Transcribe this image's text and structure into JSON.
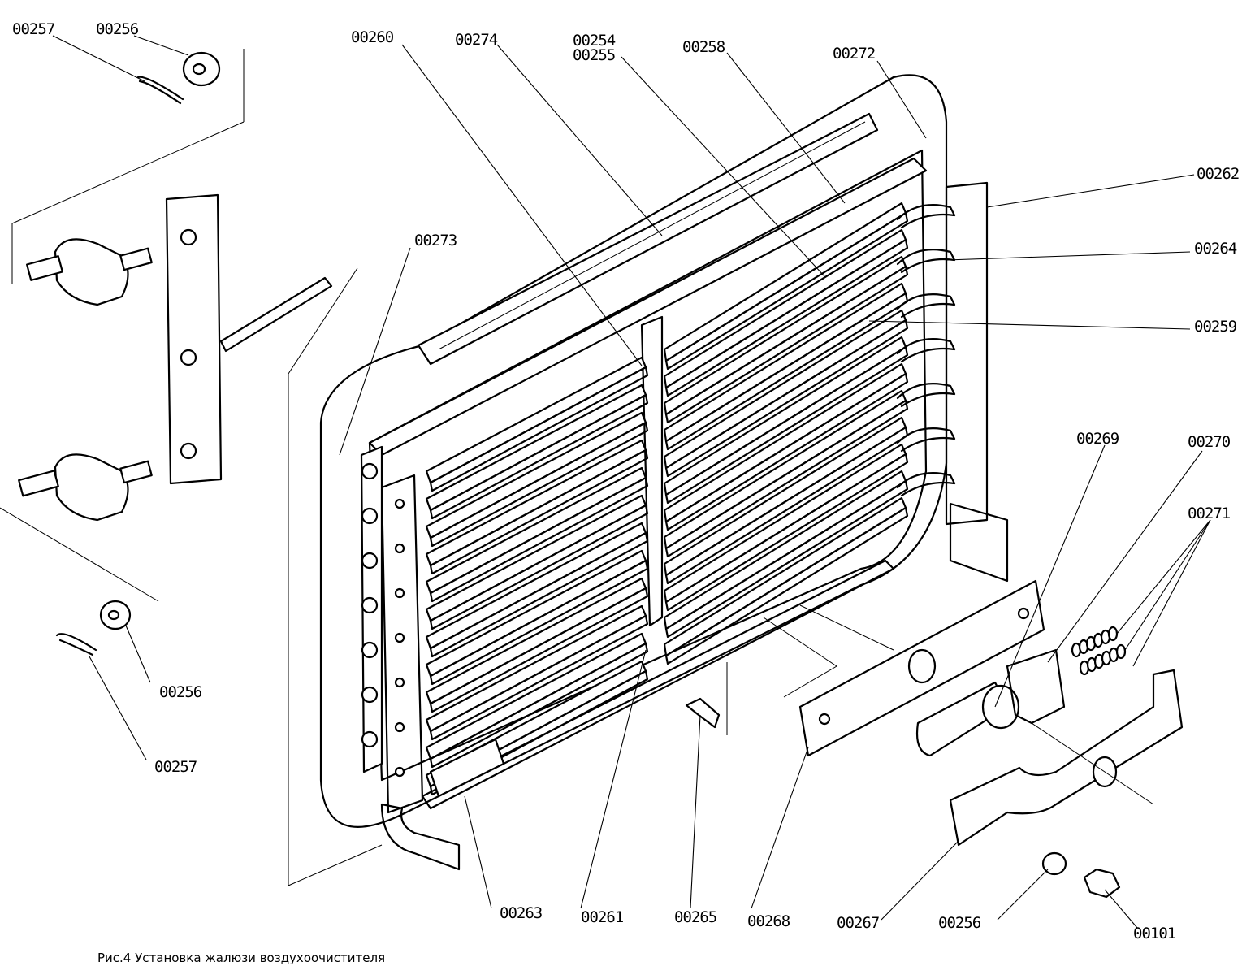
{
  "caption": "Рис.4 Установка жалюзи воздухоочистителя",
  "part_labels": [
    "00257",
    "00256",
    "00260",
    "00274",
    "00254",
    "00255",
    "00258",
    "00272",
    "00262",
    "00264",
    "00259",
    "00273",
    "00269",
    "00270",
    "00271",
    "00256",
    "00257",
    "00263",
    "00261",
    "00265",
    "00268",
    "00267",
    "00256",
    "00101"
  ]
}
